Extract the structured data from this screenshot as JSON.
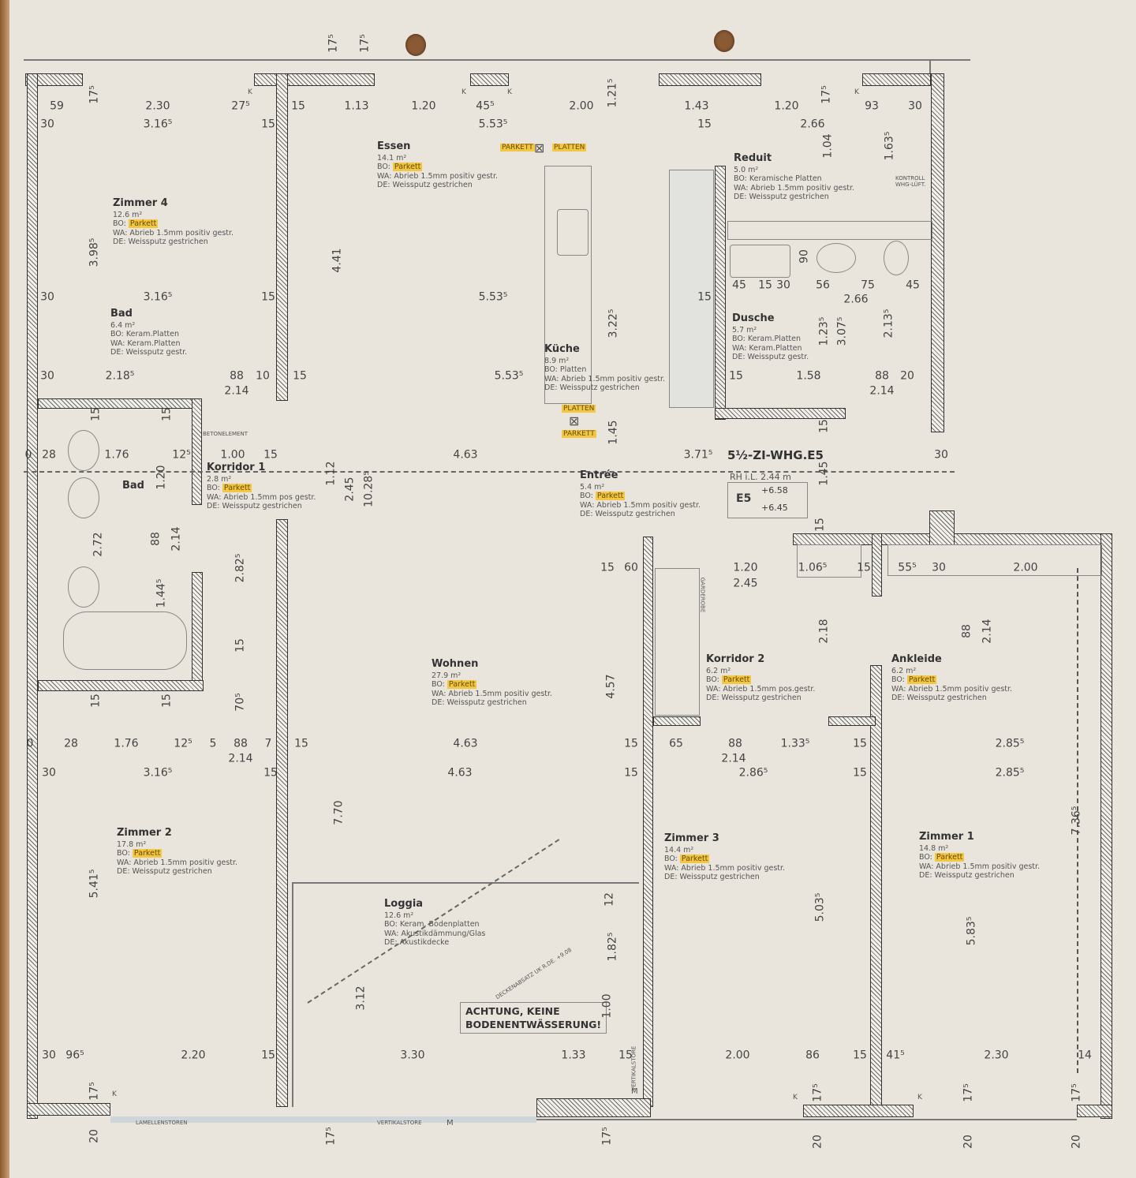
{
  "plan": {
    "apartment_label": "5½-ZI-WHG.E5",
    "room_height": "RH i.L. 2.44 m",
    "unit_code": "E5",
    "levels": [
      "+6.58",
      "+6.45"
    ],
    "warning_line1": "ACHTUNG, KEINE",
    "warning_line2": "BODENENTWÄSSERUNG!",
    "ceiling_note": "DECKENABSATZ UK R.DE. +9.08"
  },
  "rooms": [
    {
      "name": "Zimmer 4",
      "area": "12.6 m²",
      "bo_prefix": "BO:",
      "bo": "Parkett",
      "wa": "WA: Abrieb 1.5mm positiv gestr.",
      "de": "DE: Weissputz gestrichen"
    },
    {
      "name": "Essen",
      "area": "14.1 m²",
      "bo_prefix": "BO:",
      "bo": "Parkett",
      "wa": "WA: Abrieb 1.5mm positiv gestr.",
      "de": "DE: Weissputz gestrichen"
    },
    {
      "name": "Reduit",
      "area": "5.0 m²",
      "bo_prefix": "BO:",
      "bo": "Keramische Platten",
      "wa": "WA: Abrieb 1.5mm positiv gestr.",
      "de": "DE: Weissputz gestrichen"
    },
    {
      "name": "Bad",
      "area": "6.4 m²",
      "bo_prefix": "BO:",
      "bo": "Keram.Platten",
      "wa": "WA: Keram.Platten",
      "de": "DE: Weissputz gestr."
    },
    {
      "name": "Küche",
      "area": "8.9 m²",
      "bo_prefix": "BO:",
      "bo": "Platten",
      "wa": "WA: Abrieb 1.5mm positiv gestr.",
      "de": "DE: Weissputz gestrichen"
    },
    {
      "name": "Dusche",
      "area": "5.7 m²",
      "bo_prefix": "BO:",
      "bo": "Keram.Platten",
      "wa": "WA: Keram.Platten",
      "de": "DE: Weissputz gestr."
    },
    {
      "name": "Korridor 1",
      "area": "2.8 m²",
      "bo_prefix": "BO:",
      "bo": "Parkett",
      "wa": "WA: Abrieb 1.5mm pos gestr.",
      "de": "DE: Weissputz gestrichen"
    },
    {
      "name": "Entrée",
      "area": "5.4 m²",
      "bo_prefix": "BO:",
      "bo": "Parkett",
      "wa": "WA: Abrieb 1.5mm positiv gestr.",
      "de": "DE: Weissputz gestrichen"
    },
    {
      "name": "Wohnen",
      "area": "27.9 m²",
      "bo_prefix": "BO:",
      "bo": "Parkett",
      "wa": "WA: Abrieb 1.5mm positiv gestr.",
      "de": "DE: Weissputz gestrichen"
    },
    {
      "name": "Korridor 2",
      "area": "6.2 m²",
      "bo_prefix": "BO:",
      "bo": "Parkett",
      "wa": "WA: Abrieb 1.5mm pos.gestr.",
      "de": "DE: Weissputz gestrichen"
    },
    {
      "name": "Ankleide",
      "area": "6.2 m²",
      "bo_prefix": "BO:",
      "bo": "Parkett",
      "wa": "WA: Abrieb 1.5mm positiv gestr.",
      "de": "DE: Weissputz gestrichen"
    },
    {
      "name": "Zimmer 2",
      "area": "17.8 m²",
      "bo_prefix": "BO:",
      "bo": "Parkett",
      "wa": "WA: Abrieb 1.5mm positiv gestr.",
      "de": "DE: Weissputz gestrichen"
    },
    {
      "name": "Loggia",
      "area": "12.6 m²",
      "bo_prefix": "BO:",
      "bo": "Keram. Bodenplatten",
      "wa": "WA: Akustikdämmung/Glas",
      "de": "DE: Akustikdecke"
    },
    {
      "name": "Zimmer 3",
      "area": "14.4 m²",
      "bo_prefix": "BO:",
      "bo": "Parkett",
      "wa": "WA: Abrieb 1.5mm positiv gestr.",
      "de": "DE: Weissputz gestrichen"
    },
    {
      "name": "Zimmer 1",
      "area": "14.8 m²",
      "bo_prefix": "BO:",
      "bo": "Parkett",
      "wa": "WA: Abrieb 1.5mm positiv gestr.",
      "de": "DE: Weissputz gestrichen"
    }
  ],
  "small_bath_label": "Bad",
  "tags": {
    "parkett": "PARKETT",
    "platten": "PLATTEN"
  },
  "notes": {
    "betonelement": "BETONELEMENT",
    "garderobe": "GARDEROBE",
    "kontroll": "KONTROLL WHG-LÜFT.",
    "lamellenstoren": "LAMELLENSTOREN",
    "vertikalstore": "VERTIKALSTORE",
    "vertikalstore2": "VERTIKALSTORE",
    "m1": "M",
    "m2": "M",
    "k_marks": [
      "K",
      "K",
      "K",
      "K",
      "K",
      "K",
      "K"
    ]
  },
  "dimension_rows": [
    [
      "59",
      "2.30",
      "27⁵",
      "15",
      "1.13",
      "1.20",
      "45⁵",
      "2.00",
      "1.43",
      "1.20",
      "93",
      "30"
    ],
    [
      "30",
      "3.16⁵",
      "15",
      "5.53⁵",
      "15",
      "2.66"
    ],
    [
      "30",
      "3.16⁵",
      "15",
      "5.53⁵",
      "15",
      "45",
      "15",
      "30",
      "56",
      "75",
      "45",
      "2.66"
    ],
    [
      "30",
      "2.18⁵",
      "88",
      "10",
      "15",
      "5.53⁵",
      "15",
      "1.58",
      "88",
      "20"
    ],
    [
      "2.14",
      "2.14"
    ],
    [
      "0",
      "28",
      "1.76",
      "12⁵",
      "1.00",
      "15",
      "4.63",
      "3.71⁵",
      "30"
    ],
    [
      "15",
      "60",
      "1.20",
      "1.06⁵",
      "15",
      "55⁵",
      "30",
      "2.00"
    ],
    [
      "2.45"
    ],
    [
      "0",
      "28",
      "1.76",
      "12⁵",
      "5",
      "88",
      "7",
      "15",
      "4.63",
      "15",
      "65",
      "88",
      "1.33⁵",
      "15",
      "2.85⁵"
    ],
    [
      "2.14",
      "2.14"
    ],
    [
      "30",
      "3.16⁵",
      "15",
      "4.63",
      "15",
      "2.86⁵",
      "15",
      "2.85⁵"
    ],
    [
      "30",
      "96⁵",
      "2.20",
      "15",
      "3.30",
      "1.33",
      "15",
      "2.00",
      "86",
      "15",
      "41⁵",
      "2.30",
      "14"
    ]
  ],
  "vertical_dimensions": [
    "17⁵",
    "17⁵",
    "17⁵",
    "1.21⁵",
    "17⁵",
    "1.04",
    "1.63⁵",
    "3.98⁵",
    "4.41",
    "3.22⁵",
    "1.23⁵",
    "3.07⁵",
    "2.13⁵",
    "90",
    "1.45",
    "1.45",
    "1.12",
    "2.45",
    "10.28⁵",
    "1.20",
    "88",
    "2.14",
    "2.72",
    "2.82⁵",
    "1.44⁵",
    "15",
    "70⁵",
    "2.18",
    "88",
    "2.14",
    "4.57",
    "7.70",
    "5.41⁵",
    "5.03⁵",
    "5.83⁵",
    "7.36⁵",
    "3.12",
    "1.82⁵",
    "1.00",
    "12",
    "17⁵",
    "20",
    "17⁵",
    "17⁵",
    "17⁵",
    "20",
    "17⁵",
    "20",
    "17⁵",
    "20",
    "15",
    "15",
    "15",
    "15",
    "15",
    "15"
  ],
  "colors": {
    "paper": "#e9e5dd",
    "highlight": "#f2c744",
    "wall_line": "#333333"
  }
}
